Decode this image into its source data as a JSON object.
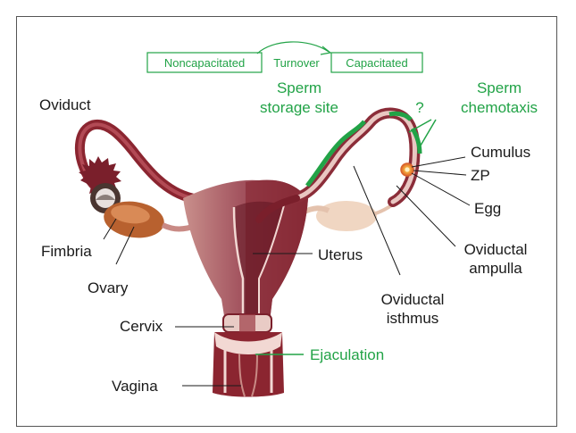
{
  "labels": {
    "oviduct": "Oviduct",
    "fimbria": "Fimbria",
    "ovary": "Ovary",
    "cervix": "Cervix",
    "vagina": "Vagina",
    "uterus": "Uterus",
    "oviductal_isthmus_1": "Oviductal",
    "oviductal_isthmus_2": "isthmus",
    "oviductal_ampulla_1": "Oviductal",
    "oviductal_ampulla_2": "ampulla",
    "cumulus": "Cumulus",
    "zp": "ZP",
    "egg": "Egg"
  },
  "green_labels": {
    "sperm_storage_1": "Sperm",
    "sperm_storage_2": "storage site",
    "sperm_chemotaxis_1": "Sperm",
    "sperm_chemotaxis_2": "chemotaxis",
    "question": "?",
    "ejaculation": "Ejaculation"
  },
  "capacitation_flow": {
    "noncapacitated": "Noncapacitated",
    "turnover": "Turnover",
    "capacitated": "Capacitated"
  },
  "colors": {
    "accent_green": "#22a347",
    "tissue_dark": "#7a1f2b",
    "tissue_mid": "#9b3a45",
    "tissue_light": "#c98a85",
    "ovary_left": "#b8612f",
    "ovary_right": "#f0d6c2"
  }
}
